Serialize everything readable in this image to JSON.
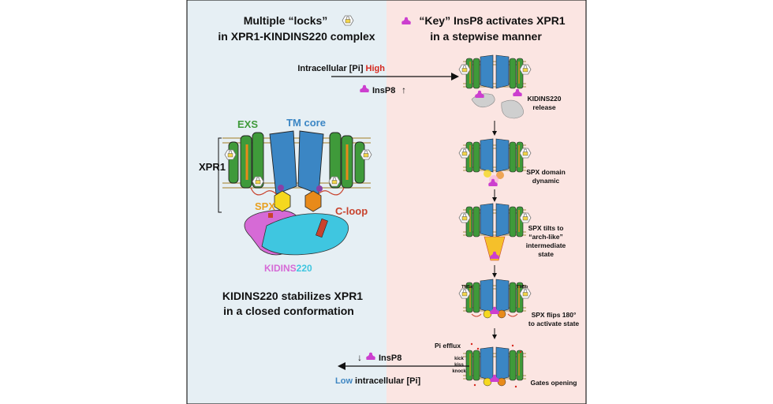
{
  "left_panel": {
    "title_line1": "Multiple “locks”",
    "title_line2": "in XPR1-KINDINS220 complex",
    "labels": {
      "exs": "EXS",
      "tm_core": "TM core",
      "xpr1": "XPR1",
      "spx": "SPX",
      "c_loop": "C-loop",
      "kidins_a": "KIDINS",
      "kidins_b": "220"
    },
    "caption_line1": "KIDINS220 stabilizes XPR1",
    "caption_line2": "in a closed conformation"
  },
  "right_panel": {
    "title_line1": "“Key” InsP8 activates XPR1",
    "title_line2": "in a stepwise manner"
  },
  "top_arrow": {
    "line_main": "Intracellular [Pi] ",
    "line_high": "High",
    "insp8": "InsP8",
    "up_arrow": "↑"
  },
  "steps": [
    {
      "line1": "KIDINS220",
      "line2": "release",
      "line3": ""
    },
    {
      "line1": "SPX domain",
      "line2": "dynamic",
      "line3": ""
    },
    {
      "line1": "SPX tilts to",
      "line2": "“arch-like”",
      "line3": "intermediate",
      "line4": "state"
    },
    {
      "line1": "SPX flips 180°",
      "line2": "to activate state"
    },
    {
      "line1": "Gates opening"
    }
  ],
  "tm_labels": {
    "left": "TM5a",
    "right": "TM5b"
  },
  "bottom": {
    "pi_efflux": "Pi efflux",
    "kick": "kick",
    "kiss": "kiss",
    "knock": "knock",
    "down_arrow": "↓",
    "insp8": "InsP8",
    "low": "Low",
    "intracellular": " intracellular [Pi]"
  },
  "colors": {
    "left_bg": "#e6eff4",
    "right_bg": "#fbe5e2",
    "exs_green": "#3f9a3a",
    "tm_blue": "#3b86c4",
    "spx_yellow": "#f5d81f",
    "spx_orange": "#e88a1a",
    "c_loop_red": "#c8432e",
    "kidins_pink": "#d66ad6",
    "kidins_cyan": "#3fc6e0",
    "insp8_magenta": "#cc3fcf",
    "high_red": "#d6281e",
    "low_blue": "#3e86c2"
  }
}
